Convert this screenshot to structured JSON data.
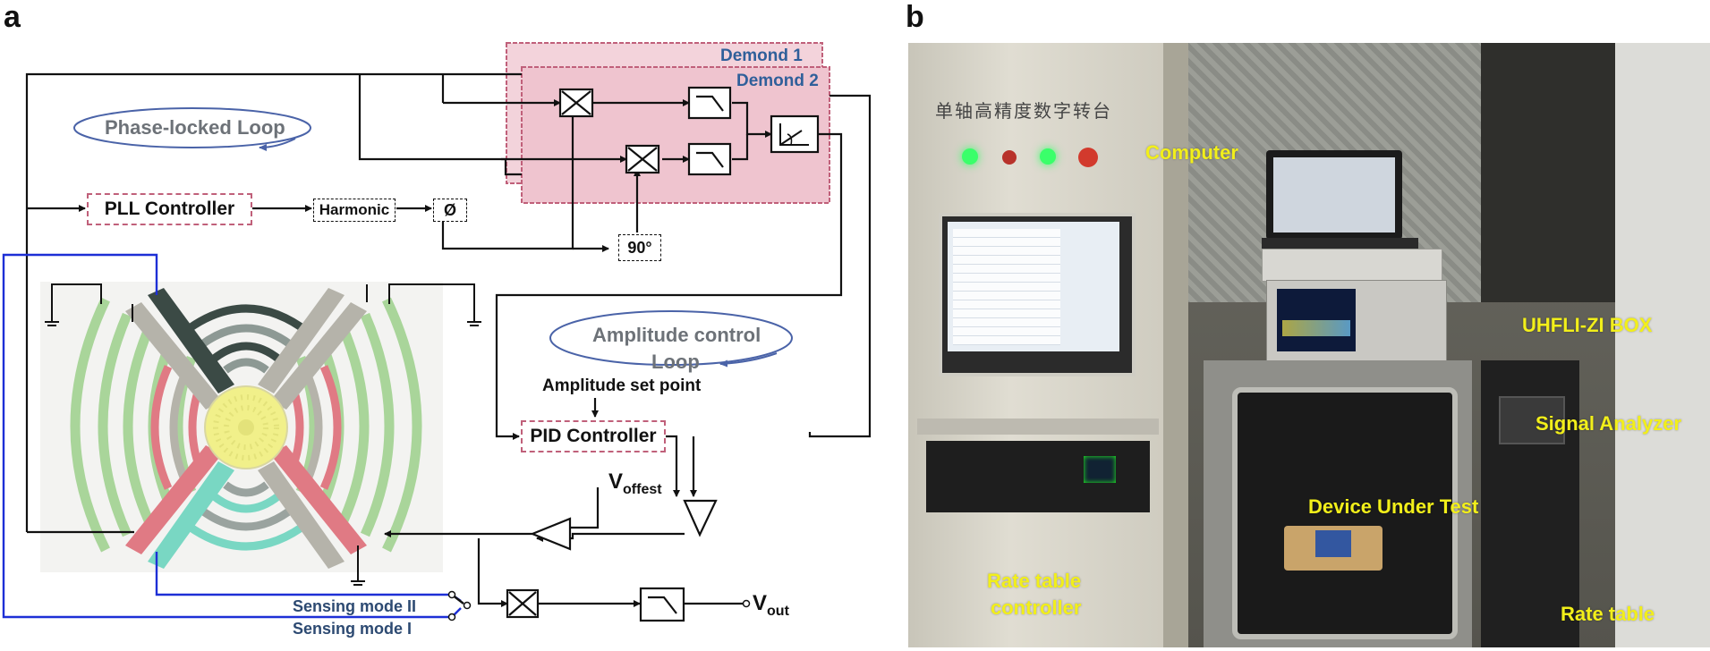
{
  "panels": {
    "a": "a",
    "b": "b"
  },
  "diagram": {
    "demod1": "Demond 1",
    "demod2": "Demond 2",
    "pll_loop": "Phase-locked Loop",
    "pll_controller": "PLL Controller",
    "harmonic": "Harmonic",
    "phase": "Ø",
    "ninety": "90°",
    "amp_loop_line1": "Amplitude control",
    "amp_loop_line2": "Loop",
    "amp_setpoint": "Amplitude set point",
    "pid_controller": "PID Controller",
    "v_offset_main": "V",
    "v_offset_sub": "offest",
    "sensing_ii": "Sensing mode II",
    "sensing_i": "Sensing mode I",
    "v_out_main": "V",
    "v_out_sub": "out"
  },
  "photo_labels": {
    "computer": "Computer",
    "uhfli": "UHFLI-ZI BOX",
    "signal_analyzer": "Signal Analyzer",
    "device_under_test": "Device Under Test",
    "rate_table_controller_line1": "Rate table",
    "rate_table_controller_line2": "controller",
    "rate_table": "Rate table",
    "cabinet_sign": "单轴高精度数字转台"
  },
  "colors": {
    "wire_black": "#111111",
    "wire_blue": "#1d2fd6",
    "demod_fill": "#f0c8d2",
    "demod_border": "#c0607a",
    "loop_text": "#6d7278",
    "loop_ellipse": "#4a63a8",
    "demod_text": "#2f5f9a",
    "sensing_text": "#2d4a72",
    "photo_label": "#f2ef1a",
    "mems_green": "#a9d59a",
    "mems_red": "#e07a84",
    "mems_teal": "#79d7c3",
    "mems_dark": "#3b4a45",
    "mems_gray": "#b5b3aa",
    "mems_center": "#f1f08a"
  }
}
